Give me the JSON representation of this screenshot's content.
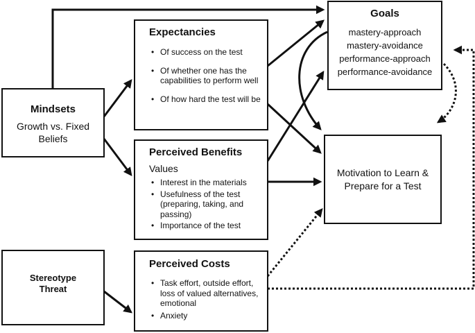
{
  "mindsets": {
    "title": "Mindsets",
    "subtitle": "Growth vs. Fixed Beliefs"
  },
  "stereotype": {
    "title": "Stereotype Threat"
  },
  "expectancies": {
    "title": "Expectancies",
    "items": [
      "Of success on the test",
      "Of whether one has the capabilities to perform well",
      "Of how hard the test will be"
    ]
  },
  "benefits": {
    "title": "Perceived Benefits",
    "subtitle": "Values",
    "items": [
      "Interest in the materials",
      "Usefulness of the test (preparing, taking, and passing)",
      "Importance of the test"
    ]
  },
  "costs": {
    "title": "Perceived Costs",
    "items": [
      "Task effort, outside effort, loss of valued alternatives, emotional",
      "Anxiety"
    ]
  },
  "goals": {
    "title": "Goals",
    "items": [
      "mastery-approach",
      "mastery-avoidance",
      "performance-approach",
      "performance-avoidance"
    ]
  },
  "motivation": {
    "title": "Motivation to Learn & Prepare for a Test"
  }
}
